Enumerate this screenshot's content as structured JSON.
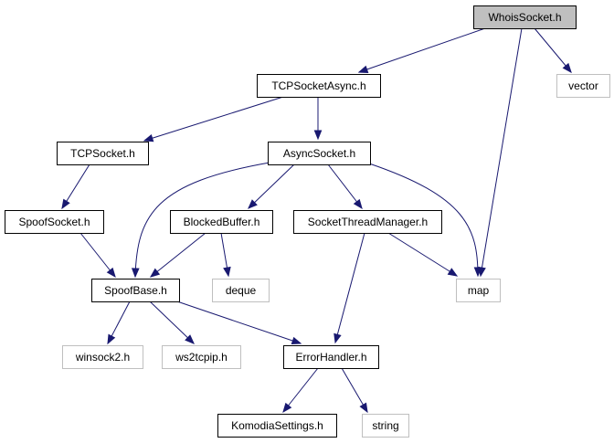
{
  "diagram": {
    "style": {
      "edge_color": "#191970",
      "defined_border": "#000000",
      "external_border": "#bfbfbf",
      "root_fill": "#bfbfbf",
      "node_fill": "#ffffff"
    },
    "nodes": [
      {
        "id": "whoissocket",
        "label": "WhoisSocket.h",
        "kind": "root"
      },
      {
        "id": "tcpsocketasync",
        "label": "TCPSocketAsync.h",
        "kind": "defined"
      },
      {
        "id": "vector",
        "label": "vector",
        "kind": "external"
      },
      {
        "id": "tcpsocket",
        "label": "TCPSocket.h",
        "kind": "defined"
      },
      {
        "id": "asyncsocket",
        "label": "AsyncSocket.h",
        "kind": "defined"
      },
      {
        "id": "spoofsocket",
        "label": "SpoofSocket.h",
        "kind": "defined"
      },
      {
        "id": "blockedbuffer",
        "label": "BlockedBuffer.h",
        "kind": "defined"
      },
      {
        "id": "socketthreadmanager",
        "label": "SocketThreadManager.h",
        "kind": "defined"
      },
      {
        "id": "spoofbase",
        "label": "SpoofBase.h",
        "kind": "defined"
      },
      {
        "id": "deque",
        "label": "deque",
        "kind": "external"
      },
      {
        "id": "map",
        "label": "map",
        "kind": "external"
      },
      {
        "id": "winsock2",
        "label": "winsock2.h",
        "kind": "external"
      },
      {
        "id": "ws2tcpip",
        "label": "ws2tcpip.h",
        "kind": "external"
      },
      {
        "id": "errorhandler",
        "label": "ErrorHandler.h",
        "kind": "defined"
      },
      {
        "id": "komodiasettings",
        "label": "KomodiaSettings.h",
        "kind": "defined"
      },
      {
        "id": "string",
        "label": "string",
        "kind": "external"
      }
    ],
    "edges": [
      {
        "from": "whoissocket",
        "to": "tcpsocketasync"
      },
      {
        "from": "whoissocket",
        "to": "vector"
      },
      {
        "from": "whoissocket",
        "to": "map"
      },
      {
        "from": "tcpsocketasync",
        "to": "tcpsocket"
      },
      {
        "from": "tcpsocketasync",
        "to": "asyncsocket"
      },
      {
        "from": "tcpsocket",
        "to": "spoofsocket"
      },
      {
        "from": "spoofsocket",
        "to": "spoofbase"
      },
      {
        "from": "asyncsocket",
        "to": "spoofbase"
      },
      {
        "from": "asyncsocket",
        "to": "blockedbuffer"
      },
      {
        "from": "asyncsocket",
        "to": "socketthreadmanager"
      },
      {
        "from": "asyncsocket",
        "to": "map"
      },
      {
        "from": "blockedbuffer",
        "to": "spoofbase"
      },
      {
        "from": "blockedbuffer",
        "to": "deque"
      },
      {
        "from": "socketthreadmanager",
        "to": "map"
      },
      {
        "from": "socketthreadmanager",
        "to": "errorhandler"
      },
      {
        "from": "spoofbase",
        "to": "winsock2"
      },
      {
        "from": "spoofbase",
        "to": "ws2tcpip"
      },
      {
        "from": "spoofbase",
        "to": "errorhandler"
      },
      {
        "from": "errorhandler",
        "to": "komodiasettings"
      },
      {
        "from": "errorhandler",
        "to": "string"
      }
    ]
  }
}
